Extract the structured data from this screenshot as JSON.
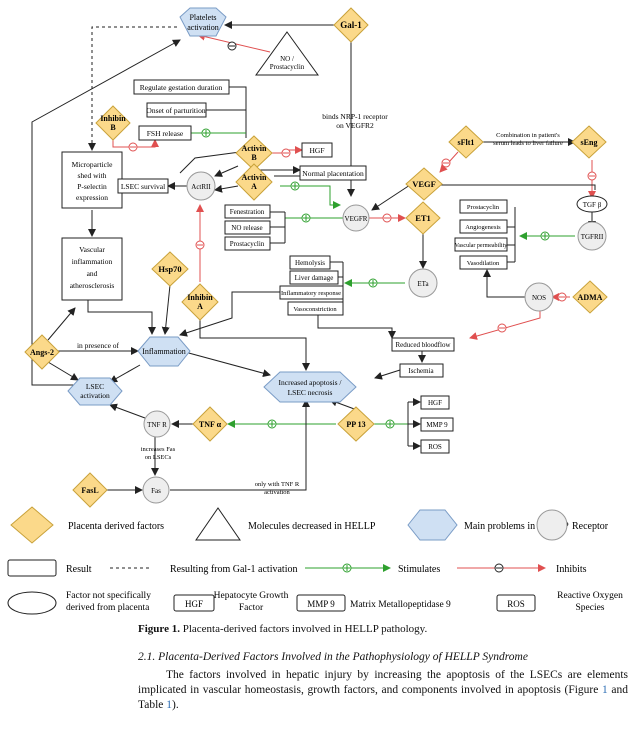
{
  "nodes": {
    "platelets": "Platelets activation",
    "gal1": "Gal-1",
    "no_prostacyclin": "NO / Prostacyclin",
    "regulate_gestation": "Regulate gestation duration",
    "onset_parturition": "Onset of parturition",
    "fsh_release": "FSH release",
    "inhibin_b": "Inhibin B",
    "activin_b": "Activin B",
    "activin_a": "Activin A",
    "hgf_top": "HGF",
    "normal_placentation": "Normal placentation",
    "binds_nrp1": "binds NRP-1 receptor on VEGFR2",
    "sflt1": "sFlt1",
    "seng": "sEng",
    "combination_note": "Combination in patient's serum leads to liver failure",
    "microparticle": "Microparticle shed with P-selectin expression",
    "lsec_survival": "LSEC survival",
    "actrii": "ActRII",
    "vegf": "VEGF",
    "tgfb": "TGF β",
    "fenestration": "Fenestration",
    "no_release": "NO release",
    "prostacyclin_left": "Prostacyclin",
    "vegfr": "VEGFR",
    "et1": "ET1",
    "prostacyclin_right": "Prostacyclin",
    "angiogenesis": "Angiogenesis",
    "vascular_permeability": "Vascular permeability",
    "vasodilation": "Vasodilation",
    "tgfrii": "TGFRII",
    "vascular_inflammation": "Vascular inflammation and atherosclerosis",
    "hsp70": "Hsp70",
    "hemolysis": "Hemolysis",
    "liver_damage": "Liver damage",
    "inflammatory_response": "Inflammatory response",
    "vasoconstriction": "Vasoconstriction",
    "eta": "ETa",
    "inhibin_a": "Inhibin A",
    "nos": "NOS",
    "adma": "ADMA",
    "reduced_bloodflow": "Reduced bloodflow",
    "angs2": "Angs-2",
    "in_presence_of": "in presence of",
    "inflammation": "Inflammation",
    "ischemia": "Ischemia",
    "lsec_activation": "LSEC activation",
    "increased_apoptosis": "Increased apoptosis / LSEC necrosis",
    "tnfr": "TNF R",
    "tnfa": "TNF α",
    "pp13": "PP 13",
    "hgf_bottom": "HGF",
    "mmp9_bottom": "MMP 9",
    "ros_bottom": "ROS",
    "increases_fas": "increases Fas on LSECs",
    "fasl": "FasL",
    "fas": "Fas",
    "only_with_tnfr": "only with TNF R activation"
  },
  "legend": {
    "placenta_factors": "Placenta derived factors",
    "molecules_decreased": "Molecules decreased in HELLP",
    "main_problems": "Main problems in HELLP",
    "receptor": "Receptor",
    "result": "Result",
    "gal1_activation": "Resulting from Gal-1 activation",
    "stimulates": "Stimulates",
    "inhibits": "Inhibits",
    "not_placenta": "Factor not specifically derived from placenta",
    "hgf_abbr": "HGF",
    "hgf_full": "Hepatocyte Growth Factor",
    "mmp9_abbr": "MMP 9",
    "mmp9_full": "Matrix Metallopeptidase 9",
    "ros_abbr": "ROS",
    "ros_full": "Reactive Oxygen Species"
  },
  "caption": {
    "label": "Figure 1.",
    "text": " Placenta-derived factors involved in HELLP pathology."
  },
  "section": {
    "heading": "2.1. Placenta-Derived Factors Involved in the Pathophysiology of HELLP Syndrome",
    "para_before": "The factors involved in hepatic injury by increasing the apoptosis of the LSECs are elements implicated in vascular homeostasis, growth factors, and components involved in apoptosis (",
    "fig_word": "Figure ",
    "fig_ref": "1",
    "para_and": " and Table ",
    "table_ref": "1",
    "para_after": ")."
  },
  "colors": {
    "diamond_fill": "#fbd98a",
    "diamond_stroke": "#c9a23a",
    "hexagon_fill": "#cfe0f3",
    "hexagon_stroke": "#7a9cc6",
    "receptor_fill": "#eeeeee",
    "stimulate": "#2ea02e",
    "inhibit": "#e05050",
    "line": "#222222"
  }
}
